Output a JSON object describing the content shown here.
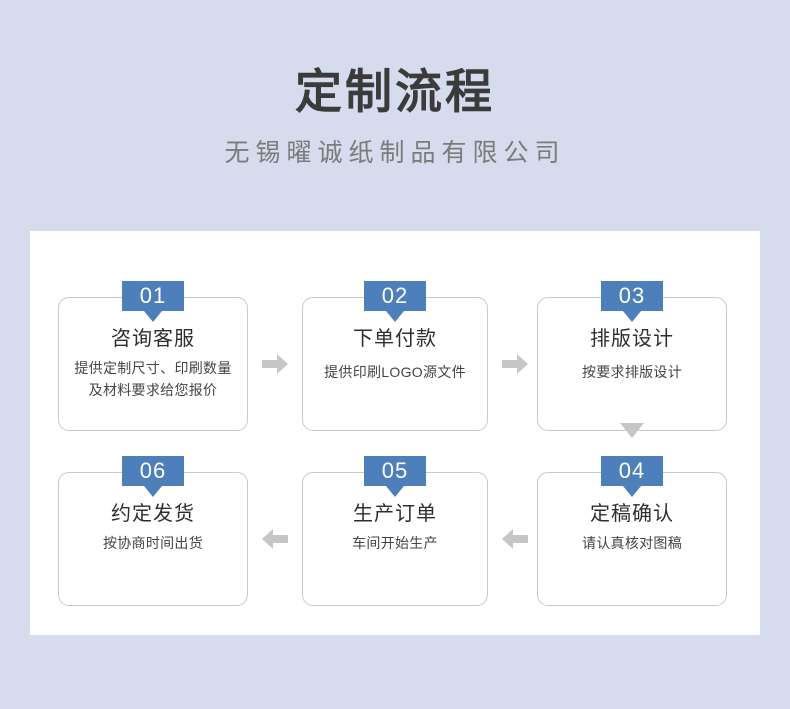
{
  "header": {
    "title": "定制流程",
    "subtitle": "无锡曜诚纸制品有限公司"
  },
  "theme": {
    "page_background": "#d6dcee",
    "card_background": "#ffffff",
    "badge_color": "#4d7fbb",
    "arrow_color": "#c6c6c6",
    "border_color": "#c9c9c9",
    "title_color": "#3b3b3b",
    "subtitle_color": "#7b7b7b"
  },
  "flow": {
    "steps": [
      {
        "number": "01",
        "title": "咨询客服",
        "desc": "提供定制尺寸、印刷数量及材料要求给您报价"
      },
      {
        "number": "02",
        "title": "下单付款",
        "desc": "提供印刷LOGO源文件"
      },
      {
        "number": "03",
        "title": "排版设计",
        "desc": "按要求排版设计"
      },
      {
        "number": "04",
        "title": "定稿确认",
        "desc": "请认真核对图稿"
      },
      {
        "number": "05",
        "title": "生产订单",
        "desc": "车间开始生产"
      },
      {
        "number": "06",
        "title": "约定发货",
        "desc": "按协商时间出货"
      }
    ],
    "connectors": [
      {
        "name": "arrow-step1-to-step2",
        "direction": "right"
      },
      {
        "name": "arrow-step2-to-step3",
        "direction": "right"
      },
      {
        "name": "arrow-step3-to-step4",
        "direction": "down"
      },
      {
        "name": "arrow-step4-to-step5",
        "direction": "left"
      },
      {
        "name": "arrow-step5-to-step6",
        "direction": "left"
      }
    ]
  }
}
